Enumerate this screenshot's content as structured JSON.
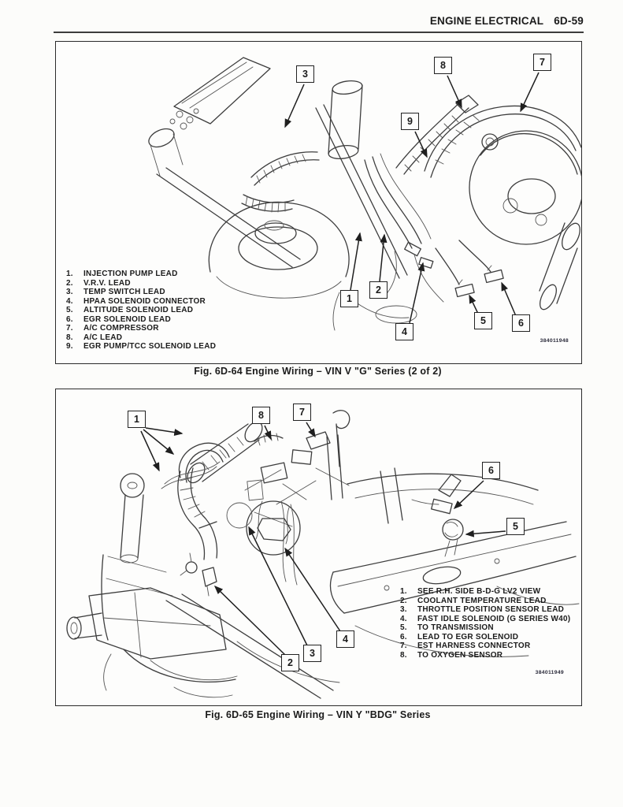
{
  "header": {
    "title": "ENGINE ELECTRICAL",
    "page": "6D-59"
  },
  "figures": [
    {
      "caption": "Fig. 6D-64 Engine Wiring – VIN V \"G\" Series (2 of 2)",
      "part_number": "384011948",
      "callouts": [
        "3",
        "8",
        "7",
        "9",
        "1",
        "2",
        "4",
        "5",
        "6"
      ],
      "legend": [
        {
          "num": "1.",
          "label": "INJECTION PUMP LEAD"
        },
        {
          "num": "2.",
          "label": "V.R.V. LEAD"
        },
        {
          "num": "3.",
          "label": "TEMP SWITCH LEAD"
        },
        {
          "num": "4.",
          "label": "HPAA SOLENOID CONNECTOR"
        },
        {
          "num": "5.",
          "label": "ALTITUDE SOLENOID LEAD"
        },
        {
          "num": "6.",
          "label": "EGR SOLENOID LEAD"
        },
        {
          "num": "7.",
          "label": "A/C COMPRESSOR"
        },
        {
          "num": "8.",
          "label": "A/C LEAD"
        },
        {
          "num": "9.",
          "label": "EGR PUMP/TCC SOLENOID LEAD"
        }
      ]
    },
    {
      "caption": "Fig. 6D-65 Engine Wiring – VIN Y \"BDG\" Series",
      "part_number": "384011949",
      "callouts": [
        "1",
        "8",
        "7",
        "6",
        "5",
        "4",
        "3",
        "2"
      ],
      "legend": [
        {
          "num": "1.",
          "label": "SEE R.H. SIDE B-D-G LV2 VIEW"
        },
        {
          "num": "2.",
          "label": "COOLANT TEMPERATURE LEAD"
        },
        {
          "num": "3.",
          "label": "THROTTLE POSITION SENSOR LEAD"
        },
        {
          "num": "4.",
          "label": "FAST IDLE SOLENOID (G SERIES W40)"
        },
        {
          "num": "5.",
          "label": "TO TRANSMISSION"
        },
        {
          "num": "6.",
          "label": "LEAD TO EGR SOLENOID"
        },
        {
          "num": "7.",
          "label": "EST HARNESS CONNECTOR"
        },
        {
          "num": "8.",
          "label": "TO OXYGEN SENSOR"
        }
      ]
    }
  ]
}
